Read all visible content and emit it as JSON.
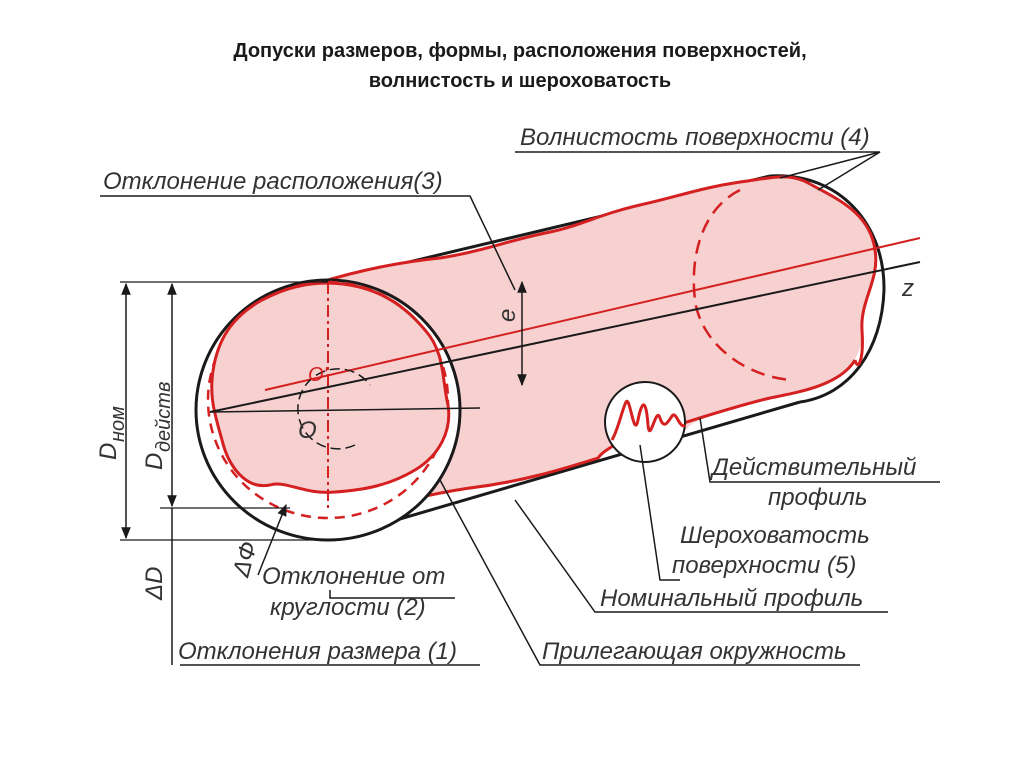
{
  "title": {
    "line1": "Допуски размеров, формы, расположения поверхностей,",
    "line2": "волнистость и шероховатость"
  },
  "labels": {
    "waviness": "Волнистость поверхности (4)",
    "position_deviation": "Отклонение расположения(3)",
    "actual_profile_line1": "Действительный",
    "actual_profile_line2": "профиль",
    "roughness_line1": "Шероховатость",
    "roughness_line2": "поверхности (5)",
    "nominal_profile": "Номинальный профиль",
    "roundness_line1": "Отклонение от",
    "roundness_line2": "круглости (2)",
    "size_deviation": "Отклонения размера (1)",
    "adjacent_circle": "Прилегающая окружность"
  },
  "symbols": {
    "d_nom": "D",
    "d_nom_sub": "ном",
    "d_act": "D",
    "d_act_sub": "действ",
    "delta_d": "ΔD",
    "delta_phi": "ΔФ",
    "e": "e",
    "o": "O",
    "o_prime": "O'",
    "z": "z"
  },
  "colors": {
    "fill": "#f7d0d0",
    "red": "#d42020",
    "black": "#1a1a1a",
    "label": "#333333"
  }
}
